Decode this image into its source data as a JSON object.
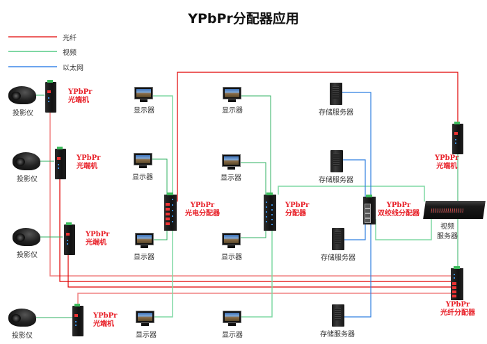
{
  "title": "YPbPr分配器应用",
  "legend": [
    {
      "label": "光纤",
      "color": "#e00000"
    },
    {
      "label": "视频",
      "color": "#6ccf96"
    },
    {
      "label": "以太网",
      "color": "#3a86e8"
    }
  ],
  "colors": {
    "fiber": "#e00000",
    "fiber_light": "#f08080",
    "video": "#2fb060",
    "video_light": "#7fd8a4",
    "ethernet": "#2f7fe0",
    "device_label": "#e8222a"
  },
  "projectors": [
    {
      "label": "投影仪"
    },
    {
      "label": "投影仪"
    },
    {
      "label": "投影仪"
    },
    {
      "label": "投影仪"
    }
  ],
  "converters": [
    {
      "line1": "YPbPr",
      "line2": "光端机"
    },
    {
      "line1": "YPbPr",
      "line2": "光端机"
    },
    {
      "line1": "YPbPr",
      "line2": "光端机"
    },
    {
      "line1": "YPbPr",
      "line2": "光端机"
    },
    {
      "line1": "YPbPr",
      "line2": "光端机"
    }
  ],
  "monitors": [
    {
      "label": "显示器"
    },
    {
      "label": "显示器"
    },
    {
      "label": "显示器"
    },
    {
      "label": "显示器"
    },
    {
      "label": "显示器"
    },
    {
      "label": "显示器"
    },
    {
      "label": "显示器"
    },
    {
      "label": "显示器"
    }
  ],
  "splitters": {
    "optoelectric": {
      "line1": "YPbPr",
      "line2": "光电分配器"
    },
    "plain": {
      "line1": "YPbPr",
      "line2": "分配器"
    },
    "twisted_pair": {
      "line1": "YPbPr",
      "line2": "双绞线分配器"
    },
    "fiber": {
      "line1": "YPbPr",
      "line2": "光纤分配器"
    }
  },
  "storage_servers": [
    {
      "label": "存储服务器"
    },
    {
      "label": "存储服务器"
    },
    {
      "label": "存储服务器"
    },
    {
      "label": "存储服务器"
    }
  ],
  "video_server": {
    "line1": "视频",
    "line2": "服务器"
  }
}
